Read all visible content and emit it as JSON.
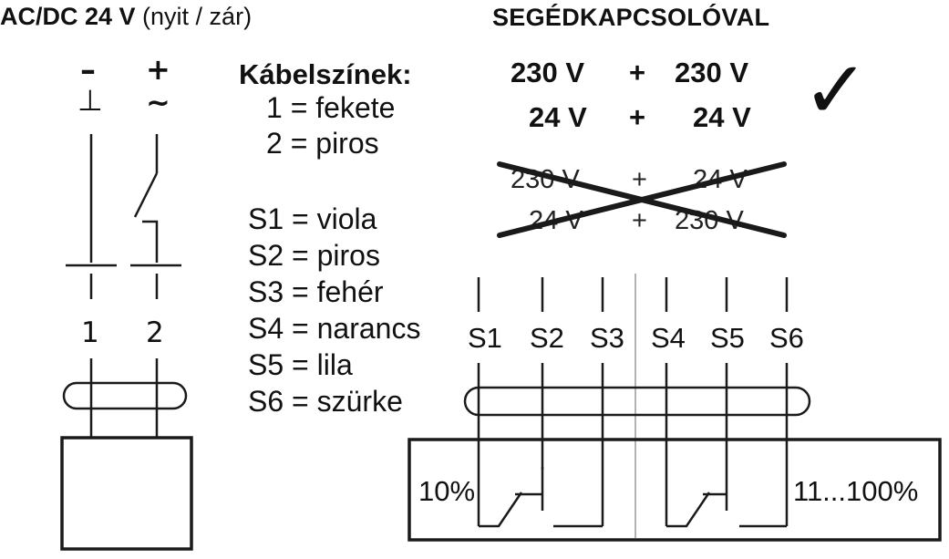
{
  "header": {
    "left_title_bold": "AC/DC 24 V",
    "left_title_rest": " (nyit / zár)",
    "right_title": "SEGÉDKAPCSOLÓVAL"
  },
  "power": {
    "minus_sign": "–",
    "minus_symbol": "⊥",
    "plus_sign": "+",
    "plus_symbol": "~",
    "terminal_1": "1",
    "terminal_2": "2"
  },
  "cable_colors": {
    "heading": "Kábelszínek:",
    "items": [
      "1 = fekete",
      "2 = piros",
      "S1 = viola",
      "S2 = piros",
      "S3 = fehér",
      "S4 = narancs",
      "S5 = lila",
      "S6 = szürke"
    ]
  },
  "valid_combinations": {
    "row1": [
      "230 V",
      "+",
      "230 V"
    ],
    "row2": [
      "24 V",
      "+",
      "24 V"
    ],
    "check_mark": "✓"
  },
  "invalid_combinations": {
    "row1": [
      "230 V",
      "+",
      "24 V"
    ],
    "row2": [
      "24 V",
      "+",
      "230 V"
    ]
  },
  "aux_switch": {
    "terminals": [
      "S1",
      "S2",
      "S3",
      "S4",
      "S5",
      "S6"
    ],
    "left_label": "10%",
    "right_label": "11...100%"
  }
}
